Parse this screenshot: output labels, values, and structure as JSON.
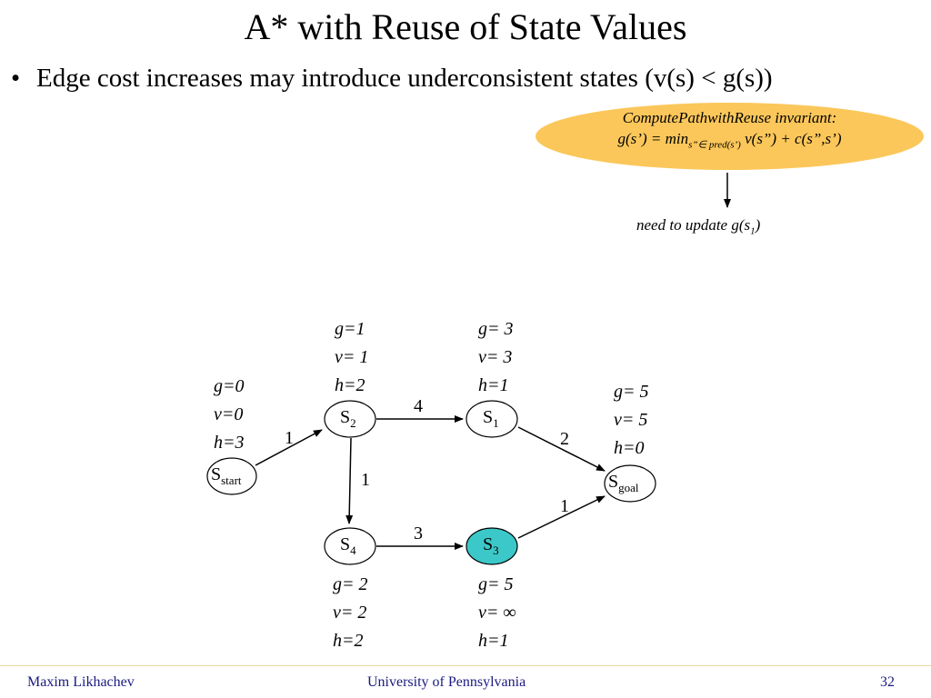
{
  "slide": {
    "title": "A* with Reuse of State Values",
    "bullet_symbol": "•",
    "bullet": "Edge cost increases may introduce underconsistent states (v(s) < g(s))",
    "invariant_title": "ComputePathwithReuse invariant:",
    "invariant_prefix": "g(s’) = min",
    "invariant_subscript": "s”∈ pred(s’)",
    "invariant_suffix": " v(s”) + c(s”,s’)",
    "note_prefix": "need to update g(s",
    "note_subscript": "1",
    "note_suffix": ")"
  },
  "colors": {
    "ellipse": "#fbc75a",
    "highlight_node": "#3cc8c8",
    "footer_text": "#1a1a80"
  },
  "nodes": {
    "start": {
      "base": "S",
      "sub": "start",
      "g": "g=0",
      "v": "v=0",
      "h": "h=3"
    },
    "s2": {
      "base": "S",
      "sub": "2",
      "g": "g=1",
      "v": "v= 1",
      "h": "h=2"
    },
    "s1": {
      "base": "S",
      "sub": "1",
      "g": "g= 3",
      "v": "v= 3",
      "h": "h=1"
    },
    "goal": {
      "base": "S",
      "sub": "goal",
      "g": "g= 5",
      "v": "v= 5",
      "h": "h=0"
    },
    "s4": {
      "base": "S",
      "sub": "4",
      "g": "g= 2",
      "v": "v= 2",
      "h": "h=2"
    },
    "s3": {
      "base": "S",
      "sub": "3",
      "g": "g= 5",
      "v": "v= ∞",
      "h": "h=1"
    }
  },
  "edges": {
    "start_s2": "1",
    "s2_s1": "4",
    "s2_s4": "1",
    "s1_goal": "2",
    "s4_s3": "3",
    "s3_goal": "1"
  },
  "footer": {
    "author": "Maxim Likhachev",
    "institution": "University of Pennsylvania",
    "page": "32"
  }
}
